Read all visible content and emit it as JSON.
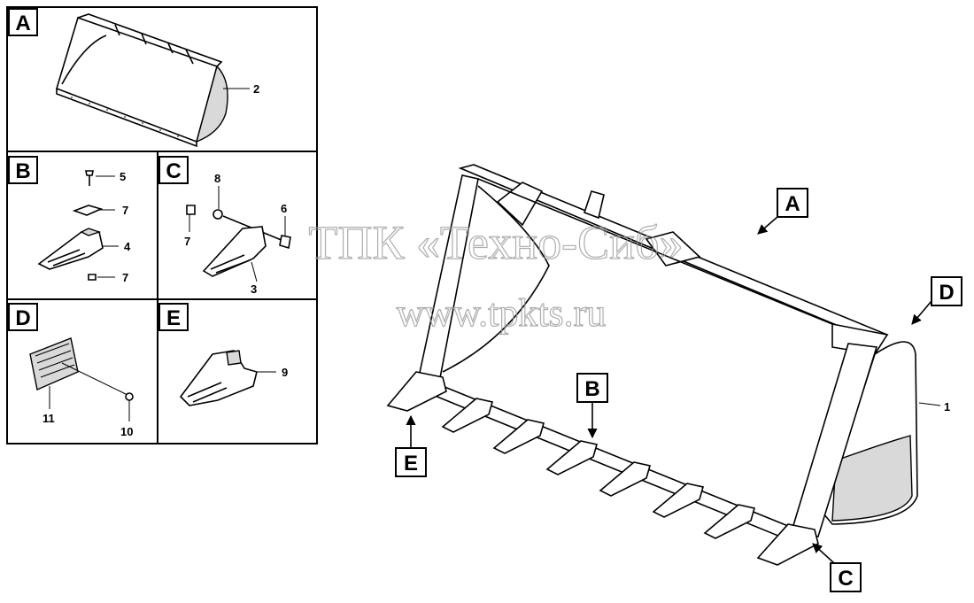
{
  "panels": {
    "a": {
      "letter": "A",
      "callouts": [
        "2"
      ]
    },
    "b": {
      "letter": "B",
      "callouts": [
        "5",
        "7",
        "4",
        "7"
      ]
    },
    "c": {
      "letter": "C",
      "callouts": [
        "8",
        "6",
        "7",
        "3"
      ]
    },
    "d": {
      "letter": "D",
      "callouts": [
        "11",
        "10"
      ]
    },
    "e": {
      "letter": "E",
      "callouts": [
        "9"
      ]
    }
  },
  "main": {
    "callout": "1",
    "view_labels": [
      "A",
      "B",
      "C",
      "D",
      "E"
    ]
  },
  "watermark": {
    "line1": "ТПК «Техно-Сиб»",
    "line2": "www.tpkts.ru"
  }
}
